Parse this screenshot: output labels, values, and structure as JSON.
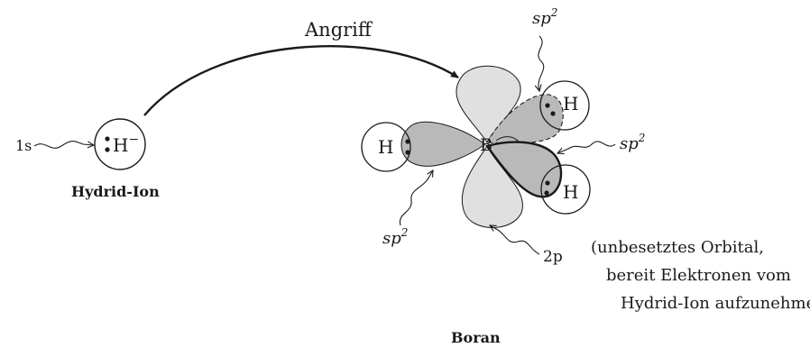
{
  "labels": {
    "attack": "Angriff",
    "hydride_label": "Hydrid-Ion",
    "hydride_symbol": "H",
    "hydride_charge": "−",
    "hydride_orbital": "1s",
    "boron": "B",
    "hydrogen": "H",
    "sp2": "sp",
    "sp2_exp": "2",
    "p_orbital": "2p",
    "note_line1": "(unbesetztes Orbital,",
    "note_line2": "bereit Elektronen vom",
    "note_line3": "Hydrid-Ion aufzunehmen)",
    "title": "Boran"
  },
  "colors": {
    "lobe_dark": "#b9b9b9",
    "lobe_light": "#e0e0e0",
    "line": "#1a1a1a",
    "circle_fill": "#ffffff"
  }
}
